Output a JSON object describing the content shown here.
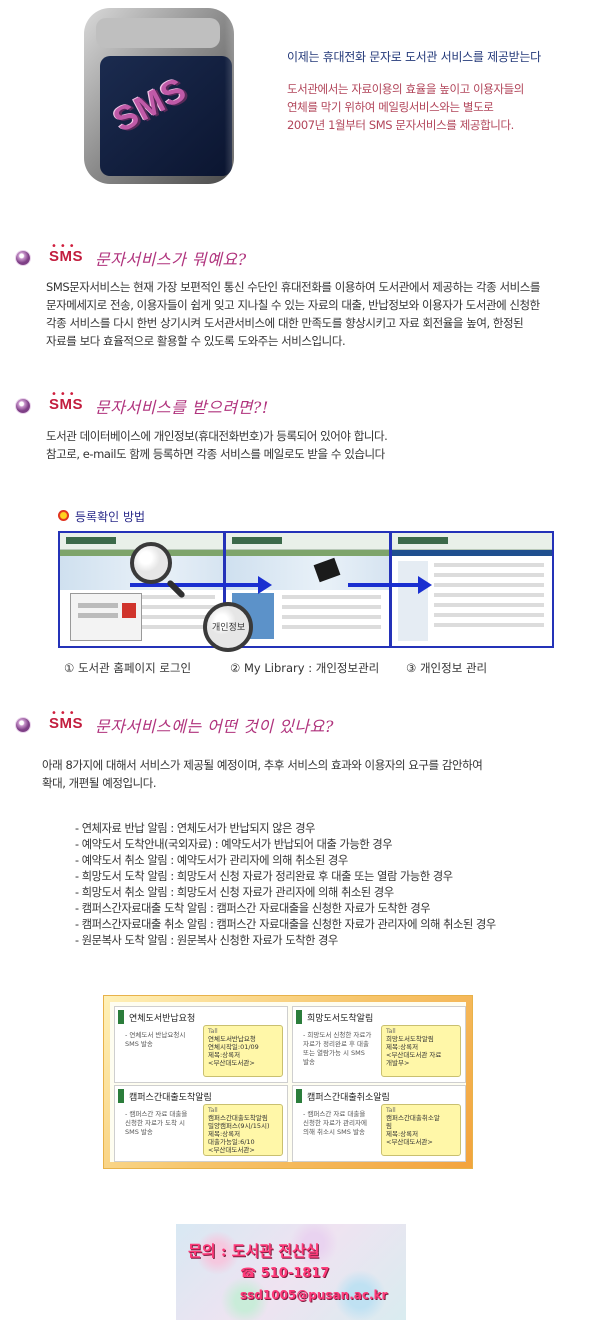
{
  "hero": {
    "badge_text": "SMS",
    "title": "이제는 휴대전화 문자로 도서관 서비스를 제공받는다",
    "body_lines": [
      "도서관에서는 자료이용의 효율을 높이고 이용자들의",
      "연체를 막기 위하여 메일링서비스와는 별도로",
      "2007년 1월부터 SMS 문자서비스를 제공합니다."
    ]
  },
  "section1": {
    "sms": "SMS",
    "heading": "문자서비스가 뭐예요?",
    "lines": [
      " SMS문자서비스는 현재 가장 보편적인 통신 수단인 휴대전화를 이용하여 도서관에서 제공하는 각종 서비스를",
      "문자메세지로 전송, 이용자들이 쉽게 잊고 지나칠 수 있는 자료의 대출, 반납정보와 이용자가 도서관에 신청한",
      "각종 서비스를 다시 한번 상기시켜 도서관서비스에 대한 만족도를 향상시키고 자료 회전율을 높여, 한정된",
      "자료를 보다 효율적으로 활용할 수 있도록 도와주는 서비스입니다."
    ]
  },
  "section2": {
    "sms": "SMS",
    "heading": "문자서비스를 받으려면?!",
    "lines": [
      "도서관 데이터베이스에 개인정보(휴대전화번호)가 등록되어 있어야 합니다.",
      "참고로, e-mail도 함께 등록하면 각종 서비스를 메일로도 받을 수 있습니다"
    ]
  },
  "registration": {
    "title": "등록확인 방법",
    "magnifier_label": "개인정보",
    "steps": [
      "① 도서관 홈페이지 로그인",
      "② My Library : 개인정보관리",
      "③ 개인정보 관리"
    ]
  },
  "section3": {
    "sms": "SMS",
    "heading": "문자서비스에는 어떤 것이 있나요?",
    "lines": [
      "아래 8가지에 대해서 서비스가 제공될 예정이며, 추후 서비스의 효과와 이용자의 요구를 감안하여",
      "확대, 개편될 예정입니다."
    ],
    "items": [
      "- 연체자료 반납 알림 : 연체도서가 반납되지 않은 경우",
      "- 예약도서 도착안내(국외자료) : 예약도서가 반납되어 대출 가능한 경우",
      "- 예약도서 취소 알림 : 예약도서가 관리자에 의해 취소된 경우",
      "- 희망도서 도착 알림 : 희망도서 신청 자료가 정리완료 후 대출 또는 열람 가능한 경우",
      "- 희망도서 취소 알림 : 희망도서 신청 자료가 관리자에 의해 취소된 경우",
      "- 캠퍼스간자료대출 도착 알림 : 캠퍼스간 자료대출을 신청한 자료가 도착한 경우",
      "- 캠퍼스간자료대출 취소 알림 : 캠퍼스간 자료대출을 신청한 자료가 관리자에 의해 취소된 경우",
      "- 원문복사 도착 알림 : 원문복사 신청한 자료가 도착한 경우"
    ]
  },
  "notice_cards": [
    {
      "title": "연체도서반납요청",
      "desc": [
        "- 연체도서 반납요청시",
        "SMS 발송"
      ],
      "signal": "Tall",
      "msg": [
        "연체도서반납요청",
        "연체시작일:01/09",
        "제목:상록저",
        "<부산대도서관>"
      ]
    },
    {
      "title": "희망도서도착알림",
      "desc": [
        "- 희망도서 신청한 자료가",
        "자료가 정리완료 후 대출",
        "또는 열람가능 시 SMS",
        "발송"
      ],
      "signal": "Tall",
      "msg": [
        "희망도서도착알림",
        "제목:상록저",
        "<부산대도서관 자료",
        "개발부>"
      ]
    },
    {
      "title": "캠퍼스간대출도착알림",
      "desc": [
        "- 캠퍼스간 자료 대출을",
        "신청한 자료가 도착 시",
        "SMS 발송"
      ],
      "signal": "Tall",
      "msg": [
        "캠퍼스간대출도착알림",
        "밀양캠퍼스(9시/15시)",
        "제목:상록저",
        "대출가능일:6/10",
        "<부산대도서관>"
      ]
    },
    {
      "title": "캠퍼스간대출취소알림",
      "desc": [
        "- 캠퍼스간 자료 대출을",
        "신청한 자료가 관리자에",
        "의해 취소시 SMS 발송"
      ],
      "signal": "Tall",
      "msg": [
        "캠퍼스간대출취소알",
        "림",
        "제목:상록저",
        "<부산대도서관>"
      ]
    }
  ],
  "contact": {
    "title": "문의 : 도서관 전산실",
    "phone": "☎ 510-1817",
    "email": "ssd1005@pusan.ac.kr"
  }
}
